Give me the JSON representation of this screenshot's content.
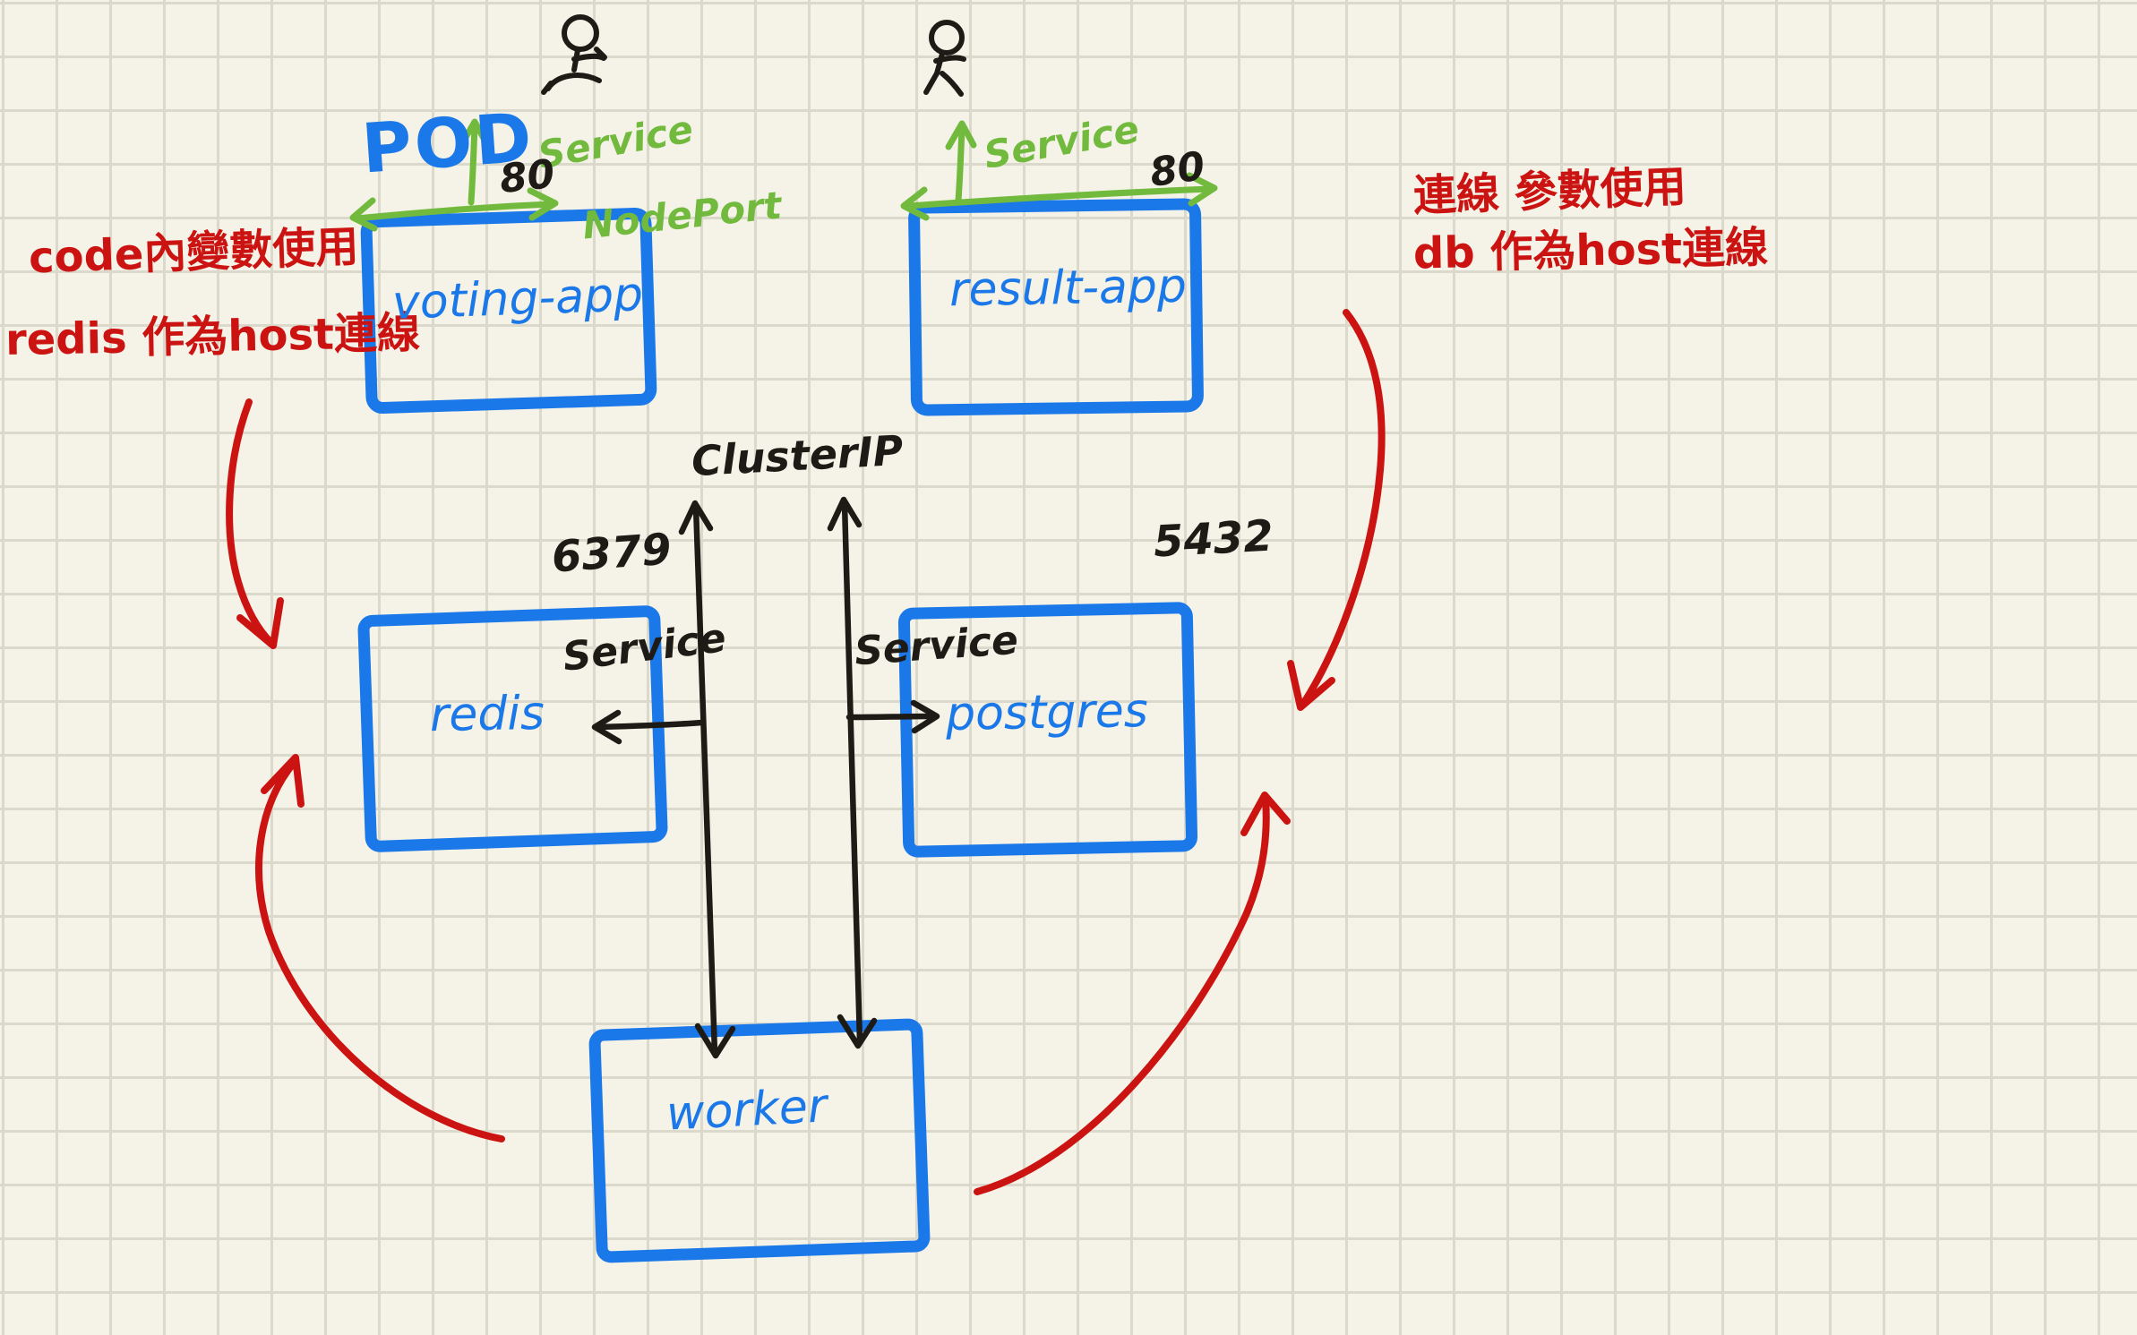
{
  "diagram": {
    "pod_label": "POD",
    "clusterip_label": "ClusterIP",
    "nodeport_label": "NodePort",
    "pods": {
      "voting_app": "voting-app",
      "result_app": "result-app",
      "redis": "redis",
      "postgres": "postgres",
      "worker": "worker"
    },
    "services": {
      "nodeport_left": "Service",
      "nodeport_right": "Service",
      "clusterip_redis": "Service",
      "clusterip_postgres": "Service"
    },
    "ports": {
      "voting_app": "80",
      "result_app": "80",
      "redis": "6379",
      "postgres": "5432"
    },
    "annotations": {
      "left_line1": "code內變數使用",
      "left_line2": "redis 作為host連線",
      "right_line1": "連線 參數使用",
      "right_line2": "db 作為host連線"
    },
    "colors": {
      "pod_blue": "#1a78e8",
      "service_green": "#72ba3e",
      "annotation_red": "#cb1412",
      "ink_black": "#1e1a15",
      "paper": "#f5f2e7",
      "grid_line": "#dbd8cc"
    }
  }
}
